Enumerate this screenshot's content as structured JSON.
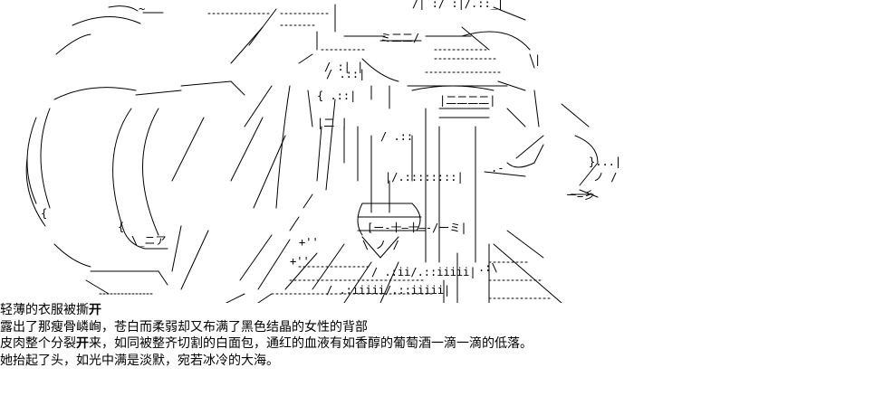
{
  "art": {
    "name": "ascii-art-figure-from-behind",
    "ink_color": "#000000"
  },
  "caption": {
    "line1_a": "轻薄的衣服被撕",
    "line1_b": "开",
    "line2": "露出了那瘦骨嶙峋，苍白而柔弱却又布满了黑色结晶的女性的背部",
    "line3_a": "皮肉整个分裂",
    "line3_b": "开",
    "line3_c": "来，如同被整齐切割的白面包，通红的血液有如香醇的葡萄酒一滴一滴的低落。",
    "line4": "她抬起了头，如光中满是淡默，宛若冰冷的大海。"
  }
}
